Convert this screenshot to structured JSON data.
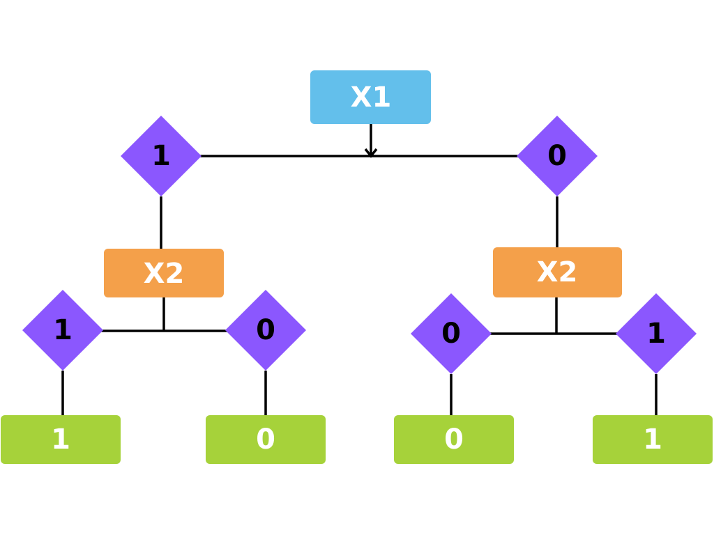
{
  "colors": {
    "root": "#63BFEB",
    "split_node": "#F4A04A",
    "branch": "#8B57FE",
    "leaf": "#A6D23A",
    "edge": "#000000"
  },
  "tree": {
    "root": {
      "label": "X1"
    },
    "branches": [
      {
        "label": "1"
      },
      {
        "label": "0"
      }
    ],
    "children": [
      {
        "label": "X2"
      },
      {
        "label": "X2"
      }
    ],
    "sub_branches": [
      {
        "label": "1"
      },
      {
        "label": "0"
      },
      {
        "label": "0"
      },
      {
        "label": "1"
      }
    ],
    "leaves": [
      {
        "label": "1"
      },
      {
        "label": "0"
      },
      {
        "label": "0"
      },
      {
        "label": "1"
      }
    ]
  }
}
